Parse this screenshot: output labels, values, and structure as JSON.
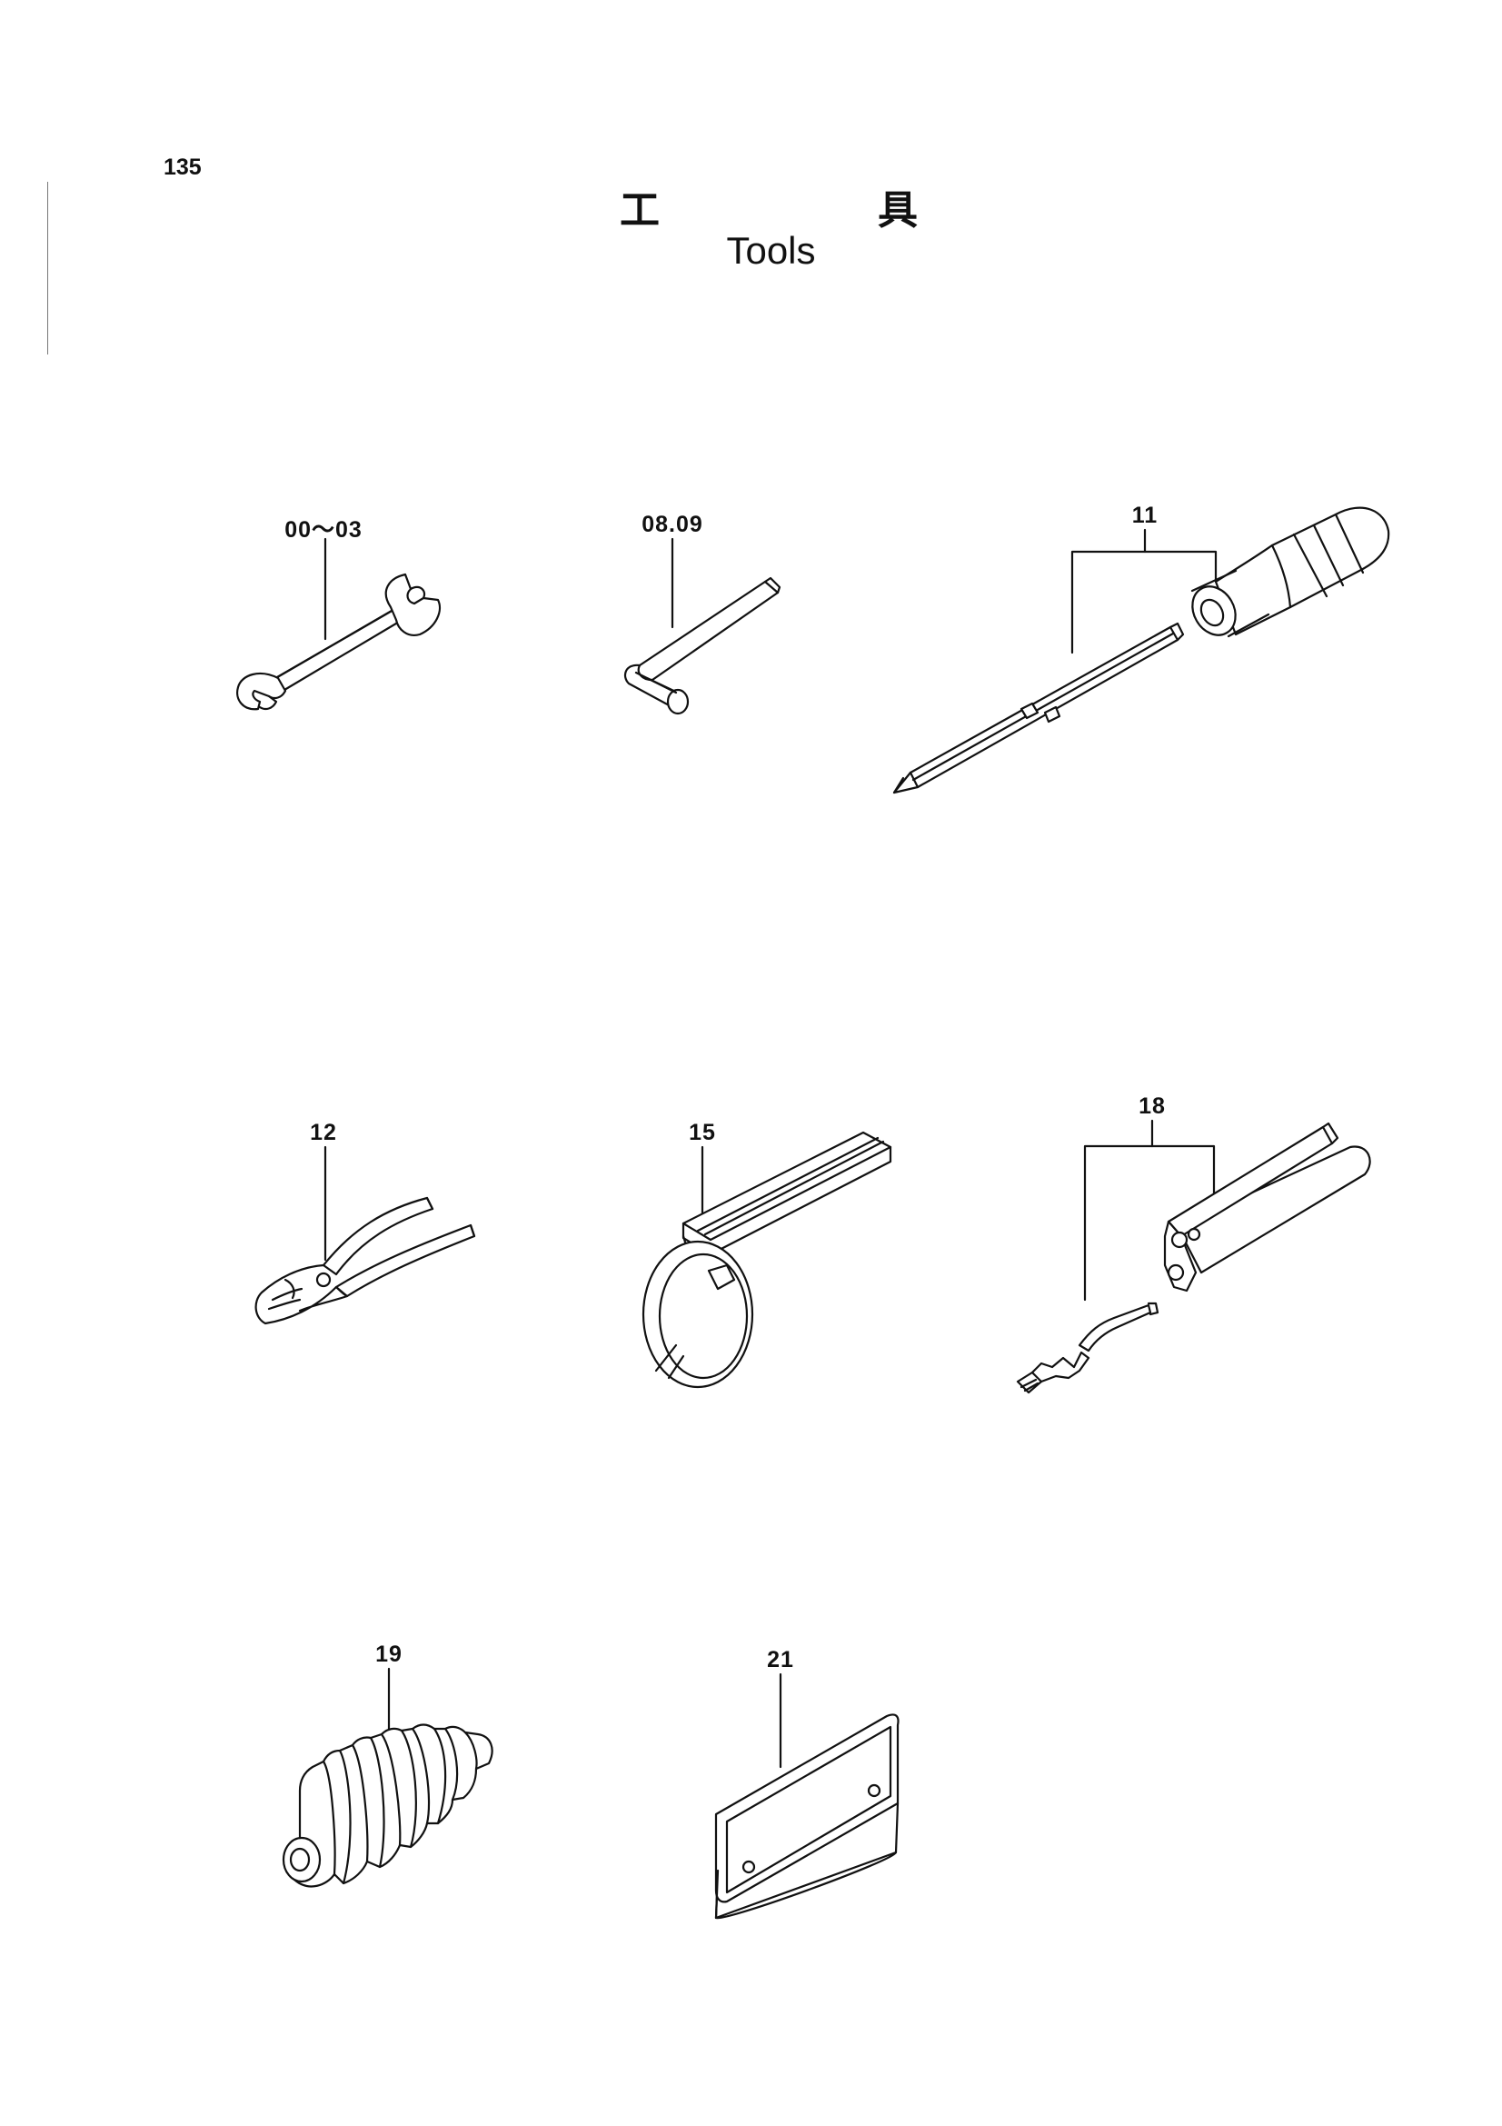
{
  "page": {
    "number": "135"
  },
  "title": {
    "jp_left": "工",
    "jp_right": "具",
    "en": "Tools"
  },
  "callouts": {
    "wrench": "00～03",
    "hex_key": "08.09",
    "screwdriver": "11",
    "pliers": "12",
    "filter_wrench": "15",
    "grease_gun": "18",
    "boot": "19",
    "tool_bag": "21"
  }
}
